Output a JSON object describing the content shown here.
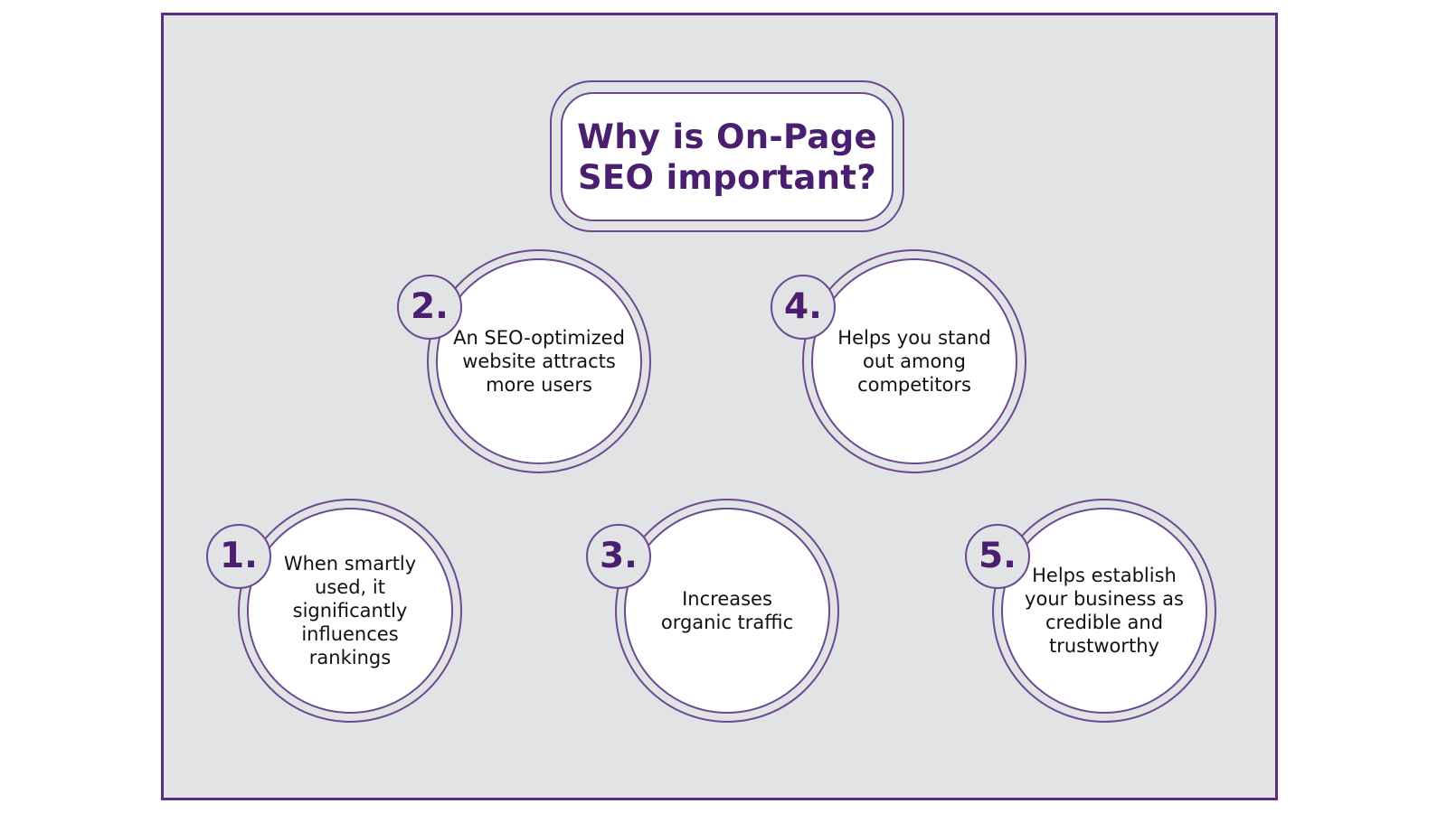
{
  "title": "Why is On-Page\nSEO important?",
  "items": [
    {
      "number": "1.",
      "text": "When smartly\nused, it\nsignificantly\ninfluences\nrankings"
    },
    {
      "number": "2.",
      "text": "An SEO-optimized\nwebsite attracts\nmore users"
    },
    {
      "number": "3.",
      "text": "Increases\norganic traffic"
    },
    {
      "number": "4.",
      "text": "Helps you stand\nout among\ncompetitors"
    },
    {
      "number": "5.",
      "text": "Helps establish\nyour business as\ncredible and\ntrustworthy"
    }
  ],
  "colors": {
    "accent": "#5a2d82",
    "background": "#e2e3e4",
    "card": "#ffffff",
    "text": "#111111"
  }
}
